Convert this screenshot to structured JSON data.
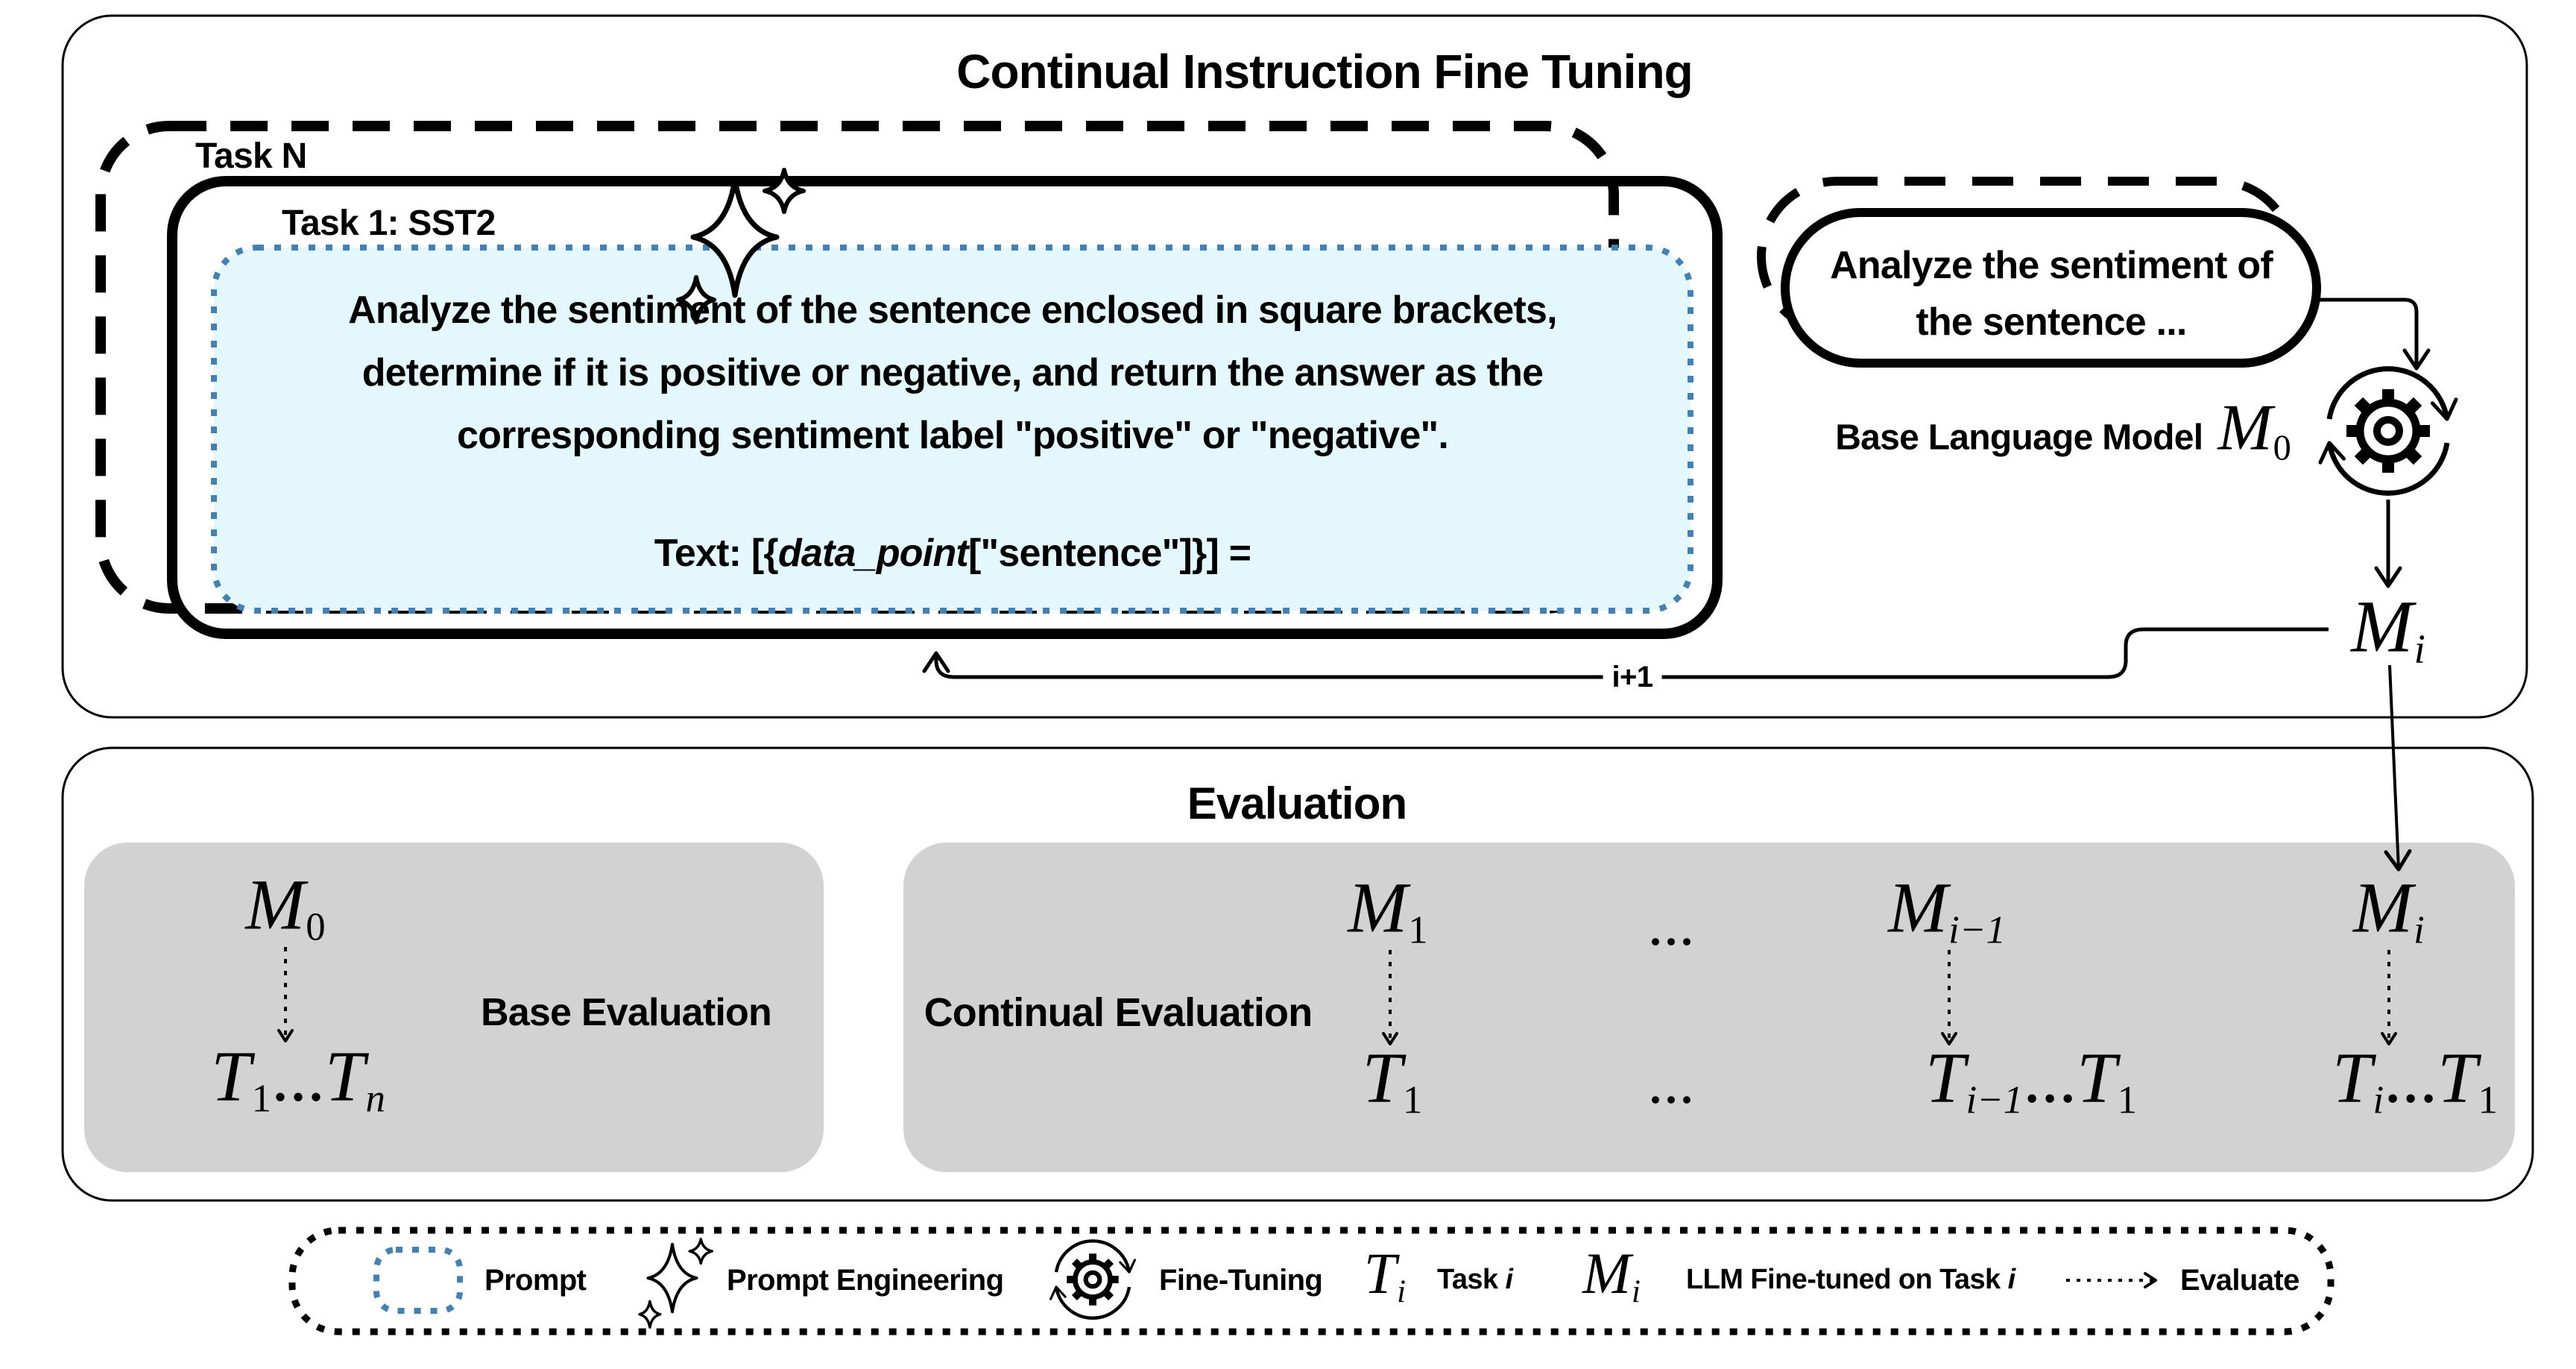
{
  "colors": {
    "accent_blue": "#4480b2",
    "prompt_bg": "#e4f7fc",
    "box_gray": "#d2d2d2",
    "ink": "#000000"
  },
  "top": {
    "title": "Continual Instruction Fine Tuning",
    "task_n_label": "Task N",
    "task_1_label": "Task 1: SST2",
    "prompt": {
      "line1": "Analyze the sentiment of the sentence enclosed in square brackets,",
      "line2": "determine if it is positive or negative, and return the answer as the",
      "line3": "corresponding sentiment label \"positive\" or \"negative\".",
      "code_prefix": "Text: [{",
      "code_var": "data_point",
      "code_suffix": "[\"sentence\"]}] ="
    },
    "pill": {
      "line1": "Analyze the sentiment of",
      "line2": "the sentence ..."
    },
    "base_model_label": "Base Language Model",
    "loop_label": "i+1"
  },
  "math": {
    "m0": {
      "base": "M",
      "sub": "0"
    },
    "m1": {
      "base": "M",
      "sub": "1"
    },
    "mi": {
      "base": "M",
      "sub": "i"
    },
    "mim1": {
      "base": "M",
      "sub": "i−1"
    },
    "t1": {
      "base": "T",
      "sub": "1"
    },
    "tn": {
      "base": "T",
      "sub": "n"
    },
    "ti": {
      "base": "T",
      "sub": "i"
    },
    "tim1": {
      "base": "T",
      "sub": "i−1"
    },
    "dots": "..."
  },
  "evaluation": {
    "title": "Evaluation",
    "base_label": "Base Evaluation",
    "continual_label": "Continual Evaluation"
  },
  "legend": {
    "prompt_label": "Prompt",
    "prompt_engineering_label": "Prompt Engineering",
    "fine_tuning_label": "Fine-Tuning",
    "task_prefix": "Task ",
    "task_var": "i",
    "llm_prefix": "LLM Fine-tuned on Task ",
    "llm_var": "i",
    "evaluate_label": "Evaluate"
  }
}
